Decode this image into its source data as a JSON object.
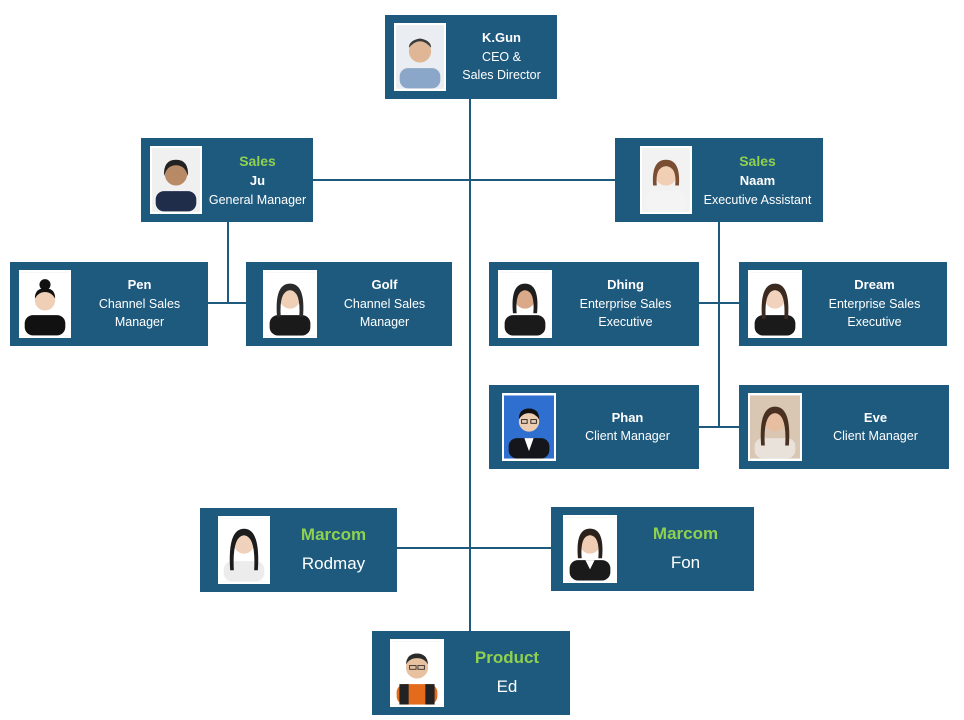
{
  "nodes": [
    {
      "id": "kgun",
      "dept": "",
      "name": "K.Gun",
      "title_lines": [
        "CEO &",
        "Sales Director"
      ],
      "icon": "person-photo-male"
    },
    {
      "id": "ju",
      "dept": "Sales",
      "name": "Ju",
      "title_lines": [
        "General Manager"
      ],
      "icon": "person-photo-female"
    },
    {
      "id": "naam",
      "dept": "Sales",
      "name": "Naam",
      "title_lines": [
        "Executive Assistant"
      ],
      "icon": "person-photo-female"
    },
    {
      "id": "pen",
      "dept": "",
      "name": "Pen",
      "title_lines": [
        "Channel Sales",
        "Manager"
      ],
      "icon": "person-photo-female"
    },
    {
      "id": "golf",
      "dept": "",
      "name": "Golf",
      "title_lines": [
        "Channel Sales",
        "Manager"
      ],
      "icon": "person-photo-female"
    },
    {
      "id": "dhing",
      "dept": "",
      "name": "Dhing",
      "title_lines": [
        "Enterprise Sales",
        "Executive"
      ],
      "icon": "person-photo-female"
    },
    {
      "id": "dream",
      "dept": "",
      "name": "Dream",
      "title_lines": [
        "Enterprise Sales",
        "Executive"
      ],
      "icon": "person-photo-female"
    },
    {
      "id": "phan",
      "dept": "",
      "name": "Phan",
      "title_lines": [
        "Client Manager"
      ],
      "icon": "person-photo-male"
    },
    {
      "id": "eve",
      "dept": "",
      "name": "Eve",
      "title_lines": [
        "Client Manager"
      ],
      "icon": "person-photo-female"
    },
    {
      "id": "rodmay",
      "dept": "Marcom",
      "name": "Rodmay",
      "title_lines": [],
      "icon": "person-photo-female"
    },
    {
      "id": "fon",
      "dept": "Marcom",
      "name": "Fon",
      "title_lines": [],
      "icon": "person-photo-female"
    },
    {
      "id": "ed",
      "dept": "Product",
      "name": "Ed",
      "title_lines": [],
      "icon": "person-photo-male"
    }
  ],
  "colors": {
    "card_background": "#1e5a7e",
    "department_text": "#8fd14f",
    "card_text": "#ffffff",
    "connector": "#1e5a7e"
  }
}
